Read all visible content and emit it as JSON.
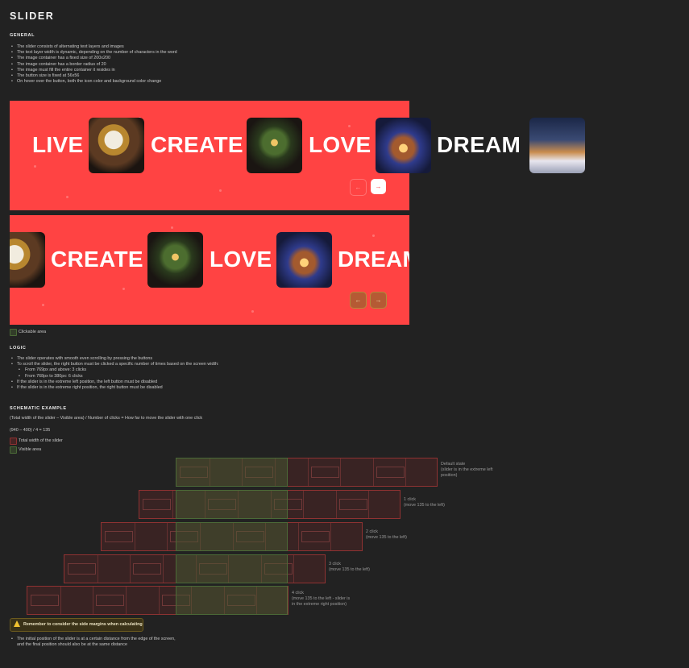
{
  "title": "SLIDER",
  "general": {
    "heading": "GENERAL",
    "items": [
      "The slider consists of alternating text layers and images",
      "The text layer width is dynamic, depending on the number of characters in the word",
      "The image container has a fixed size of 200x200",
      "The image container has a border radius of 20",
      "The image must fill the entire container it resides in",
      "The button size is fixed at 56x56",
      "On hover over the button, both the icon color and background color change"
    ]
  },
  "slider1": {
    "words": [
      "LIVE",
      "CREATE",
      "LOVE",
      "DREAM"
    ],
    "prev_icon": "←",
    "next_icon": "→"
  },
  "slider2": {
    "words": [
      "CREATE",
      "LOVE",
      "DREAM"
    ],
    "prev_icon": "←",
    "next_icon": "→"
  },
  "clickable_legend": "Clickable area",
  "logic": {
    "heading": "LOGIC",
    "items": [
      "The slider operates with smooth even scrolling by pressing the buttons",
      "To scroll the slider, the right button must be clicked a specific number of times based on the screen width:",
      "From 769px and above: 3 clicks",
      "From 768px to 380px: 6 clicks",
      "If the slider is in the extreme left position, the left button must be disabled",
      "If the slider is in the extreme right position, the right button must be disabled"
    ]
  },
  "schematic": {
    "heading": "SCHEMATIC EXAMPLE",
    "formula": "(Total width of the slider – Visible area) / Number of clicks = How far to move the slider with one click",
    "calc": "(940 – 400) / 4 = 135",
    "legend_total": "Total width of the slider",
    "legend_visible": "Visible area",
    "rows": [
      {
        "label_1": "Default state",
        "label_2": "(slider is in the extreme left",
        "label_3": "position)"
      },
      {
        "label_1": "1 click",
        "label_2": "(move 135 to the left)",
        "label_3": ""
      },
      {
        "label_1": "2 click",
        "label_2": "(move 135 to the left)",
        "label_3": ""
      },
      {
        "label_1": "3 click",
        "label_2": "(move 135 to the left)",
        "label_3": ""
      },
      {
        "label_1": "4 click",
        "label_2": "(move 135 to the left - slider is",
        "label_3": "in the extreme right position)"
      }
    ]
  },
  "warning": {
    "icon": "warning-icon",
    "text": "Remember to consider the side margins when calculating"
  },
  "final_notes": [
    "The initial position of the slider is at a certain distance from the edge of the screen, and the final position should also be at the same distance"
  ],
  "colors": {
    "background": "#222222",
    "slider_red": "#ff4343",
    "legend_red": "#8f3232",
    "legend_green": "#4b6a37"
  }
}
